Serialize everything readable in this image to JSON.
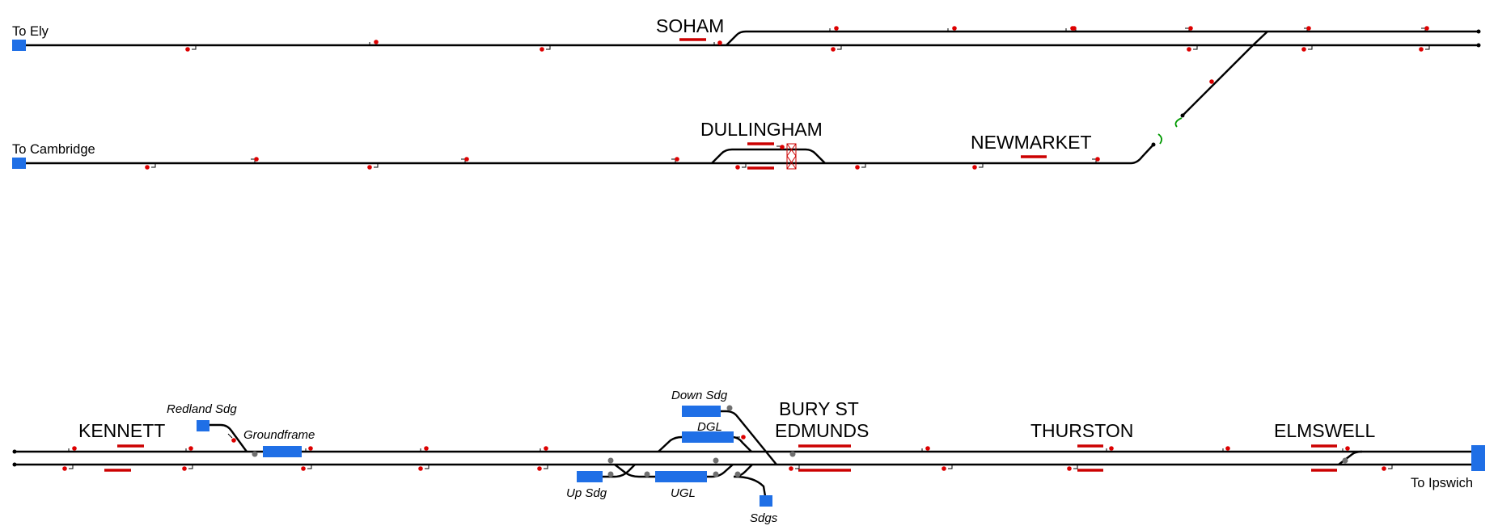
{
  "ends": {
    "ely": "To Ely",
    "cambridge": "To Cambridge",
    "ipswich": "To Ipswich"
  },
  "stations": {
    "soham": "SOHAM",
    "dullingham": "DULLINGHAM",
    "newmarket": "NEWMARKET",
    "kennett": "KENNETT",
    "bury_1": "BURY ST",
    "bury_2": "EDMUNDS",
    "thurston": "THURSTON",
    "elmswell": "ELMSWELL"
  },
  "sidings": {
    "redland": "Redland Sdg",
    "groundframe": "Groundframe",
    "down_sdg": "Down Sdg",
    "dgl": "DGL",
    "up_sdg": "Up Sdg",
    "ugl": "UGL",
    "sdgs": "Sdgs"
  },
  "colors": {
    "track": "#000000",
    "platform": "#cc0000",
    "signal": "#dd0000",
    "buffer": "#1f6fe6",
    "ground_signal": "#6f6f6f",
    "headshunt": "#009900"
  }
}
